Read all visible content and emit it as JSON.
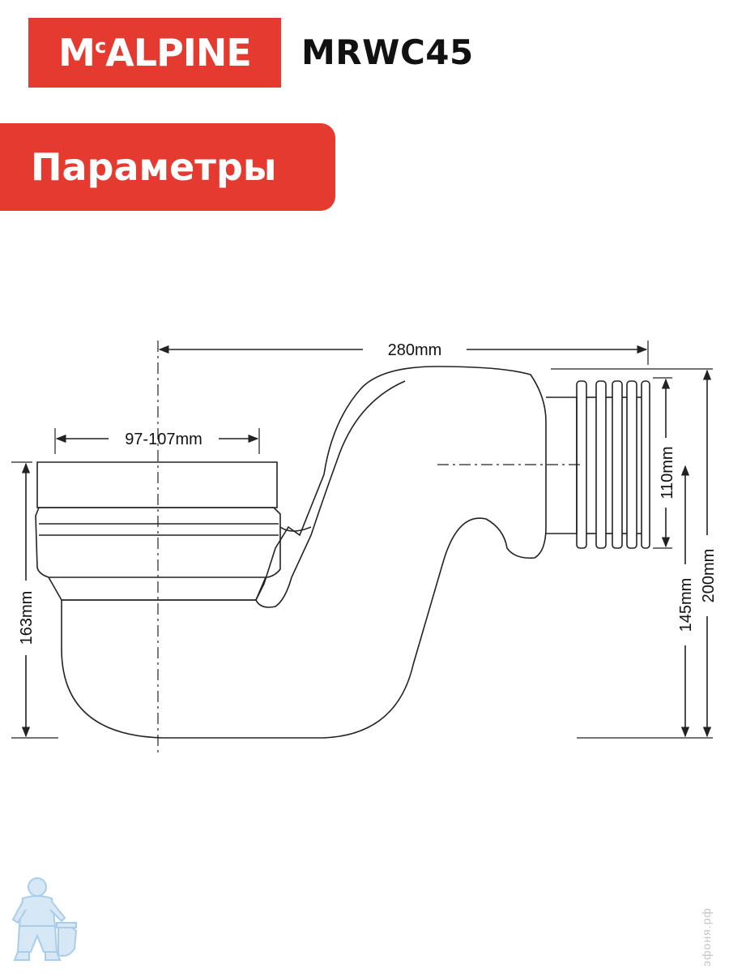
{
  "header": {
    "brand": "McALPINE",
    "model": "MRWC45"
  },
  "section": {
    "title": "Параметры"
  },
  "dimensions": {
    "length_total": "280mm",
    "inlet_width": "97-107mm",
    "outlet_diameter": "110mm",
    "outlet_height": "145mm",
    "total_height": "200mm",
    "inlet_height": "163mm"
  },
  "watermark": {
    "text": "эфоня.рф"
  },
  "colors": {
    "brand_red": "#e53a30",
    "line": "#222222",
    "mascot": "#a9cde9"
  }
}
